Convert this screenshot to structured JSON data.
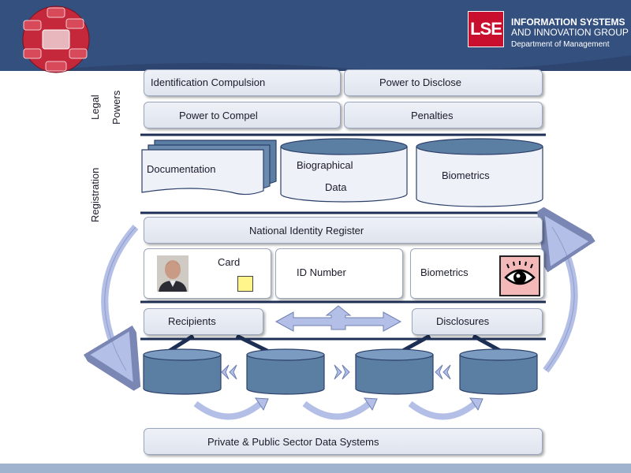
{
  "header": {
    "logo_text": "LSE",
    "group_line1": "INFORMATION SYSTEMS",
    "group_line2": "AND INNOVATION GROUP",
    "department": "Department of Management"
  },
  "side_labels": {
    "legal": "Legal",
    "powers": "Powers",
    "registration": "Registration"
  },
  "powers": {
    "identification_compulsion": "Identification Compulsion",
    "power_to_disclose": "Power to Disclose",
    "power_to_compel": "Power to Compel",
    "penalties": "Penalties"
  },
  "registration": {
    "documentation": "Documentation",
    "biographical_line1": "Biographical",
    "biographical_line2": "Data",
    "biometrics": "Biometrics"
  },
  "register": {
    "title": "National Identity Register",
    "card": "Card",
    "id_number": "ID Number",
    "biometrics": "Biometrics"
  },
  "flows": {
    "recipients": "Recipients",
    "disclosures": "Disclosures"
  },
  "systems": {
    "title": "Private & Public Sector Data Systems"
  },
  "colors": {
    "banner": "#2e4570",
    "lse_red": "#c8102e",
    "cylinder": "#5b7ea3",
    "arrow": "#b3bfe6",
    "line": "#1e2f55"
  }
}
